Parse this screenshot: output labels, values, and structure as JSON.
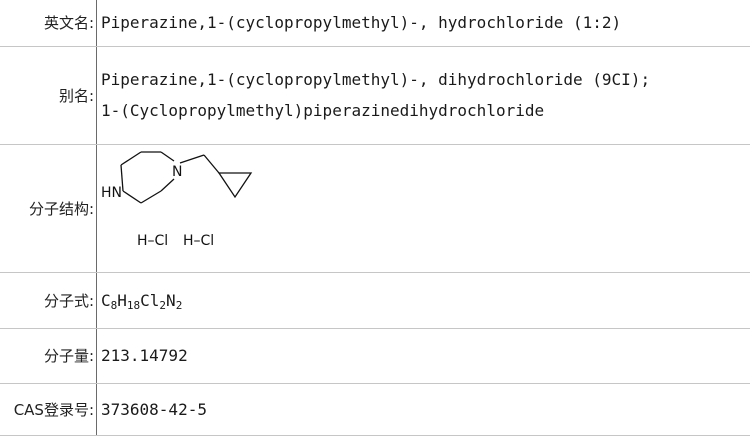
{
  "rows": {
    "english_name": {
      "label": "英文名:",
      "value": "Piperazine,1-(cyclopropylmethyl)-, hydrochloride (1:2)"
    },
    "alias": {
      "label": "别名:",
      "line1": "Piperazine,1-(cyclopropylmethyl)-, dihydrochloride (9CI);",
      "line2": "1-(Cyclopropylmethyl)piperazinedihydrochloride"
    },
    "structure": {
      "label": "分子结构:",
      "atom_n": "N",
      "atom_hn": "HN",
      "salt_1": "H–Cl",
      "salt_2": "H–Cl"
    },
    "formula": {
      "label": "分子式:",
      "c": "C",
      "c_n": "8",
      "h": "H",
      "h_n": "18",
      "cl": "Cl",
      "cl_n": "2",
      "n": "N",
      "n_n": "2"
    },
    "weight": {
      "label": "分子量:",
      "value": "213.14792"
    },
    "cas": {
      "label": "CAS登录号:",
      "value": "373608-42-5"
    }
  }
}
